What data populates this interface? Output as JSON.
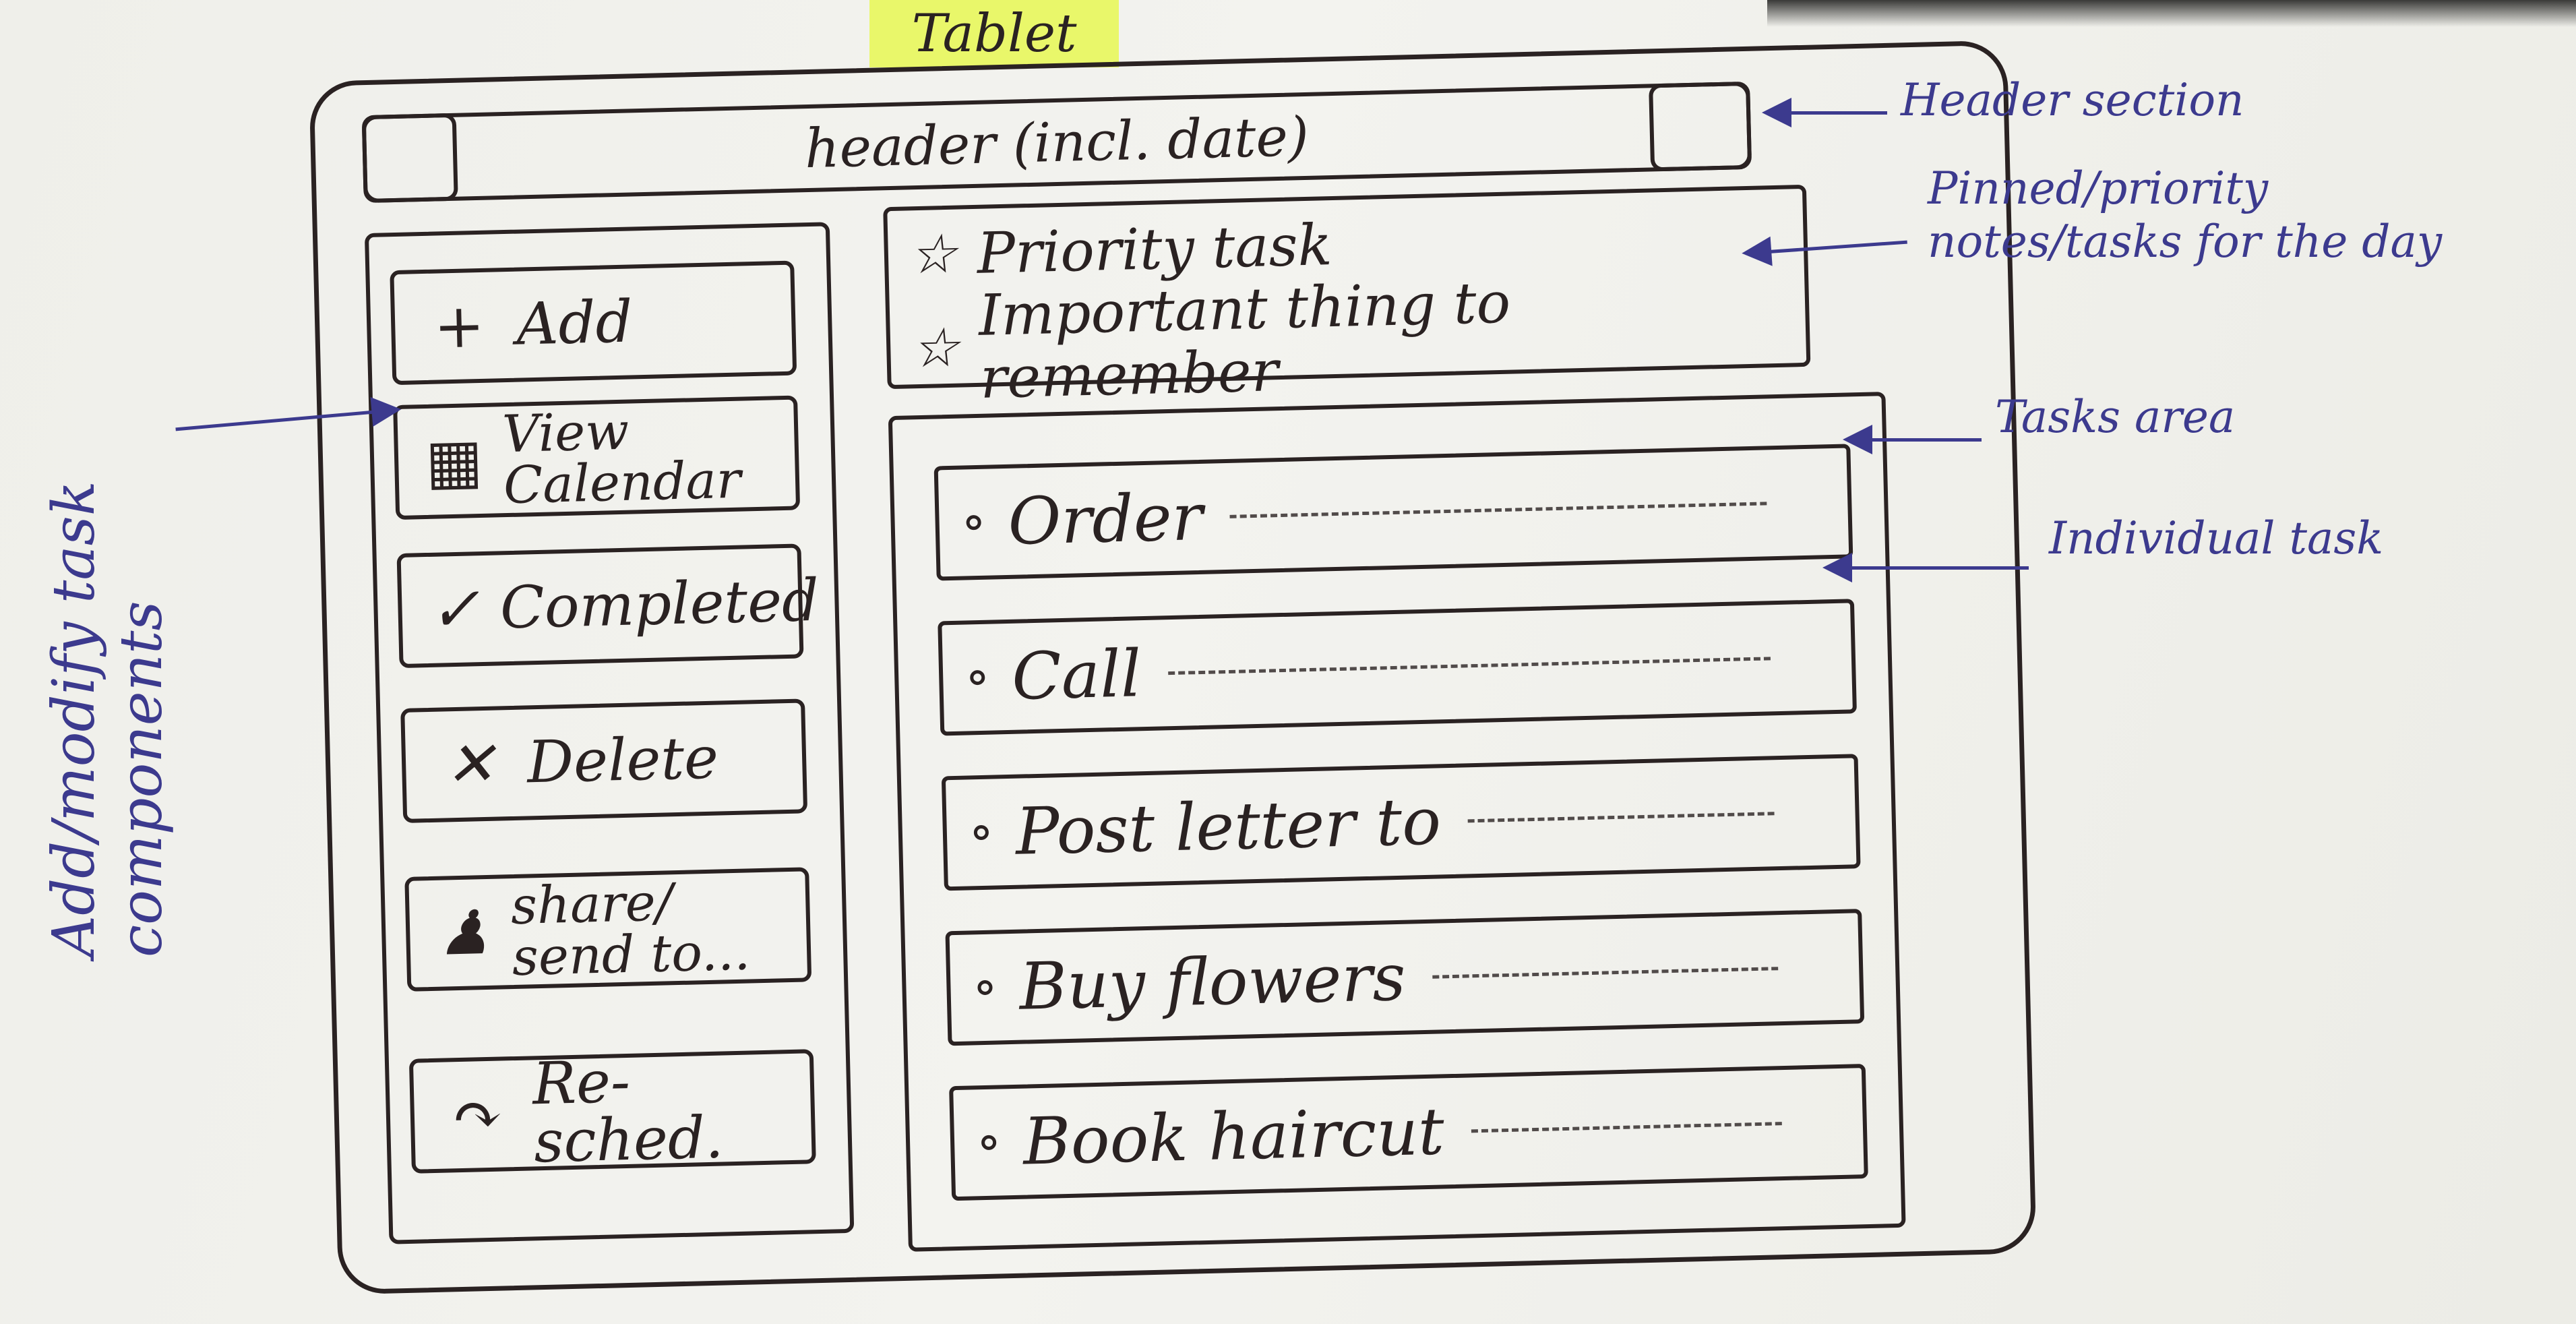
{
  "title": "Tablet",
  "header": {
    "label": "header (incl. date)"
  },
  "sidebar": {
    "items": [
      {
        "icon": "plus-icon",
        "glyph": "+",
        "label": "Add"
      },
      {
        "icon": "calendar-icon",
        "glyph": "▦",
        "label": "View Calendar"
      },
      {
        "icon": "check-icon",
        "glyph": "✓",
        "label": "Completed"
      },
      {
        "icon": "x-icon",
        "glyph": "✕",
        "label": "Delete"
      },
      {
        "icon": "share-icon",
        "glyph": "♟",
        "label": "share/ send to..."
      },
      {
        "icon": "redo-arrow-icon",
        "glyph": "↷",
        "label": "Re-sched."
      }
    ]
  },
  "pinned": {
    "items": [
      {
        "icon": "star-icon",
        "glyph": "☆",
        "label": "Priority task"
      },
      {
        "icon": "star-icon",
        "glyph": "☆",
        "label": "Important thing to remember"
      }
    ]
  },
  "tasks": {
    "items": [
      {
        "label": "Order"
      },
      {
        "label": "Call"
      },
      {
        "label": "Post letter to"
      },
      {
        "label": "Buy flowers"
      },
      {
        "label": "Book haircut"
      }
    ]
  },
  "annotations": {
    "header_section": "Header section",
    "pinned_notes": "Pinned/priority notes/tasks for the day",
    "tasks_area": "Tasks area",
    "individual_task": "Individual task",
    "side_components": "Add/modify task components"
  },
  "colors": {
    "ink": "#2a2222",
    "annotation": "#3c3a8e",
    "highlight": "#e9f76a"
  }
}
